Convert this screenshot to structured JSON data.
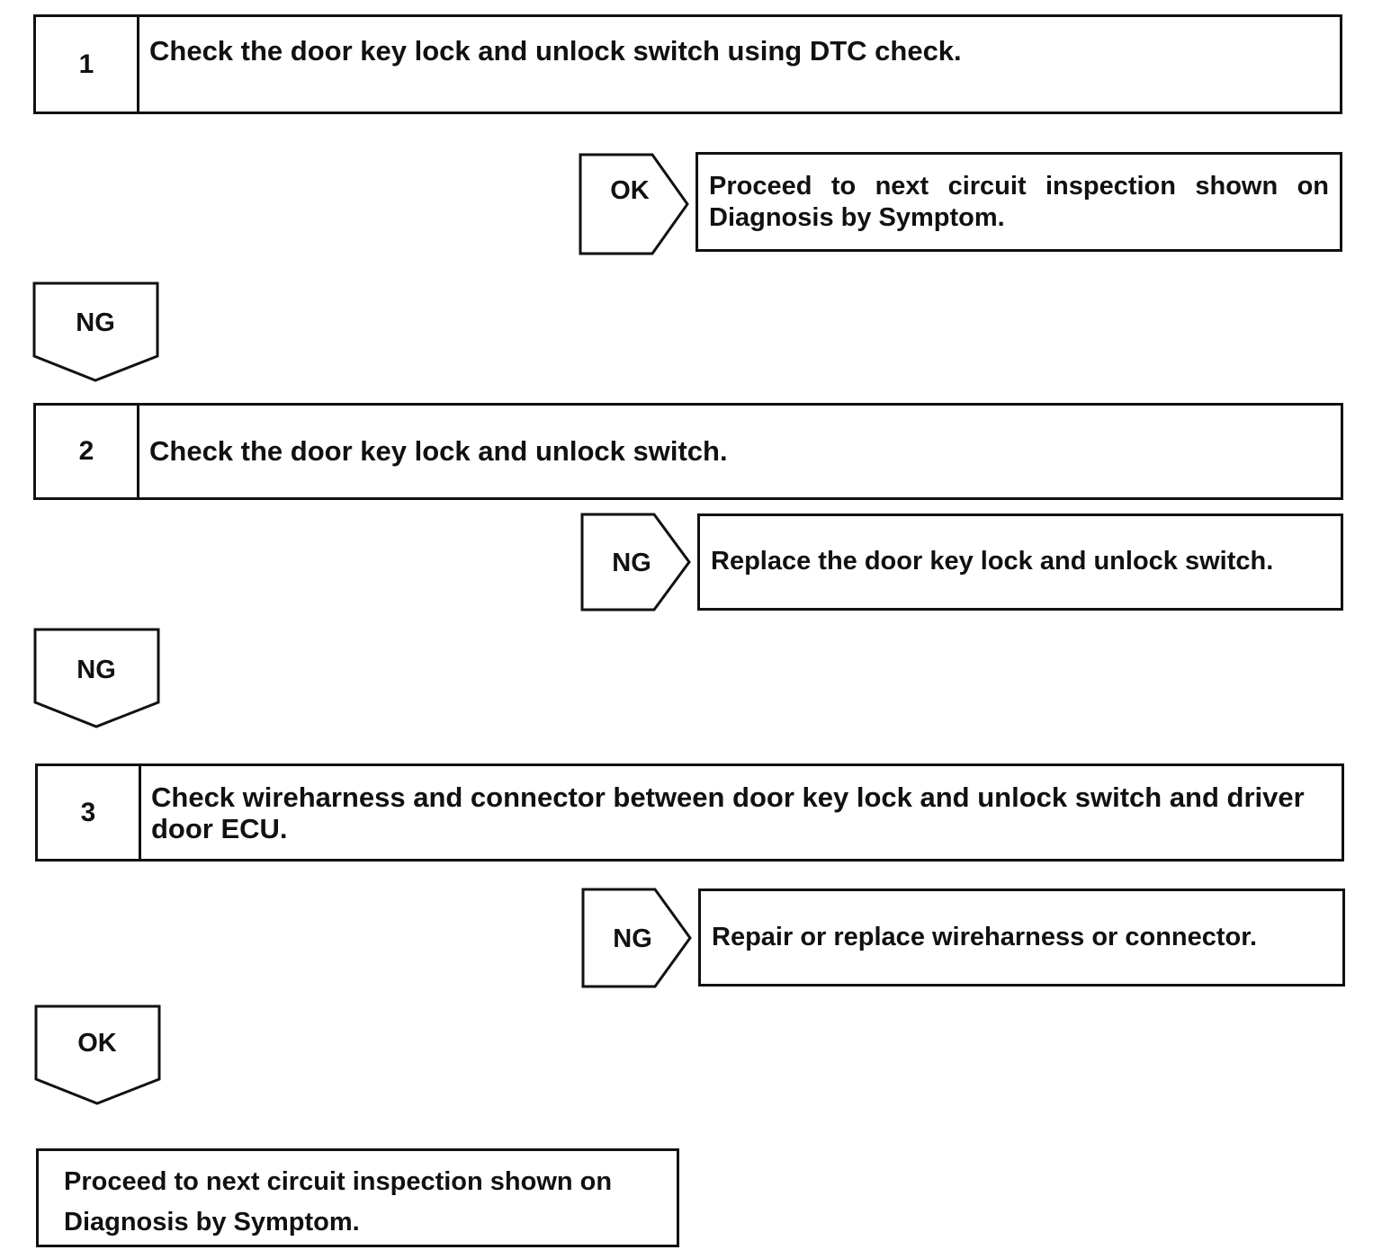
{
  "steps": [
    {
      "number": "1",
      "text": "Check the door key lock and unlock switch using DTC check."
    },
    {
      "number": "2",
      "text": "Check the door key lock and unlock switch."
    },
    {
      "number": "3",
      "text": "Check wireharness and connector between door key lock and unlock switch and driver door ECU."
    }
  ],
  "branches": [
    {
      "tag": "OK",
      "result": "Proceed to next circuit inspection shown on Diagnosis by Symptom."
    },
    {
      "tag": "NG",
      "result": "Replace the door key lock and unlock switch."
    },
    {
      "tag": "NG",
      "result": "Repair or replace wireharness or connector."
    }
  ],
  "down_tags": [
    "NG",
    "NG",
    "OK"
  ],
  "final_result": "Proceed to next circuit inspection shown on Diagnosis by Symptom."
}
